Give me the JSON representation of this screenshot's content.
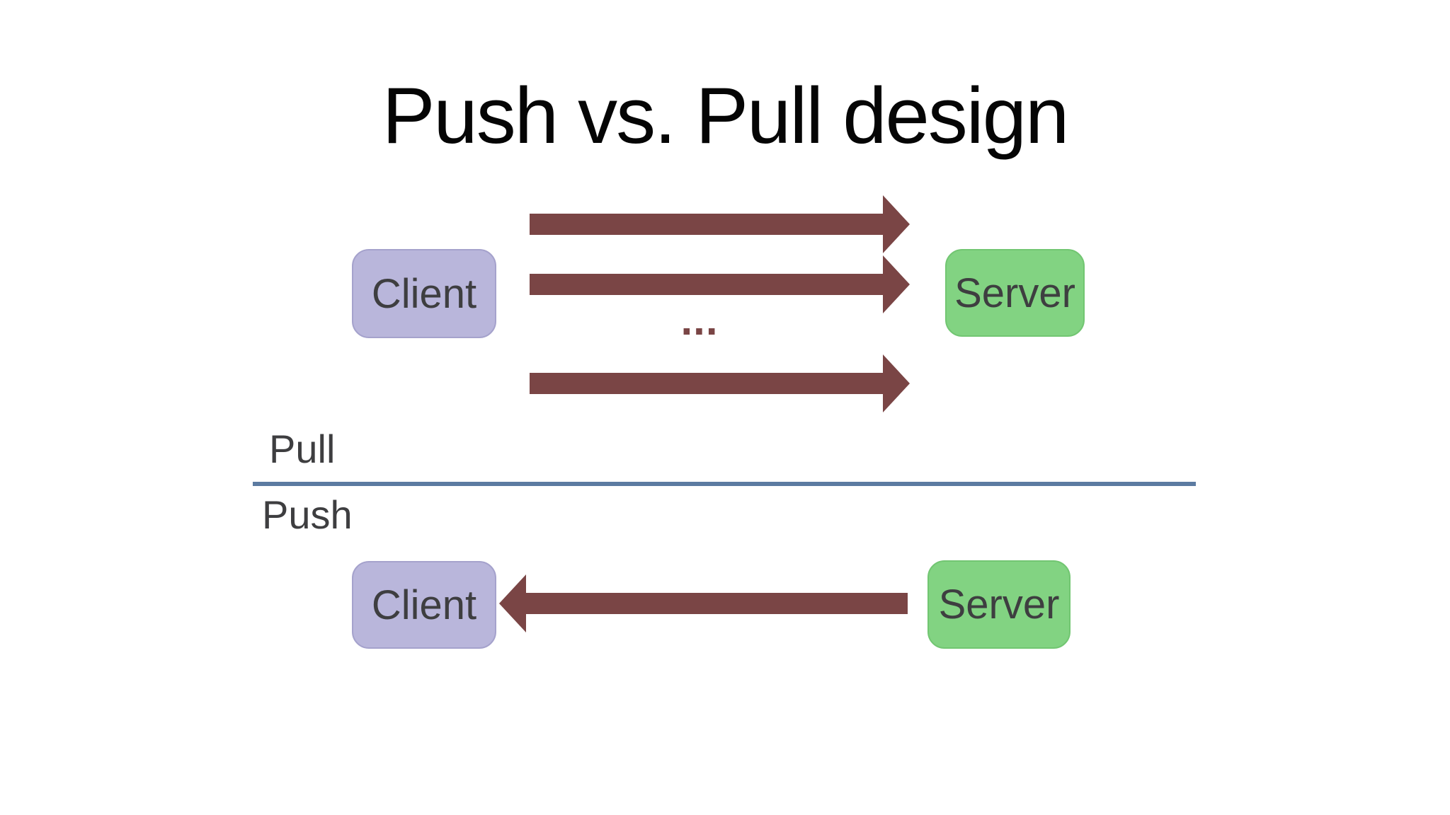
{
  "slide": {
    "title": "Push vs. Pull design"
  },
  "pull_section": {
    "name_label": "Pull",
    "client": {
      "label": "Client"
    },
    "server": {
      "label": "Server"
    },
    "arrows": {
      "direction": "client-to-server",
      "count": 3,
      "ellipsis": "..."
    }
  },
  "push_section": {
    "name_label": "Push",
    "client": {
      "label": "Client"
    },
    "server": {
      "label": "Server"
    },
    "arrows": {
      "direction": "server-to-client",
      "count": 1
    }
  },
  "colors": {
    "background": "#ffffff",
    "title_text": "#050505",
    "client_box": "#b9b6db",
    "server_box": "#82d382",
    "arrow": "#7a4545",
    "divider_line": "#5c7ba1",
    "box_text": "#3e3e40",
    "label_text": "#3e3e40"
  }
}
